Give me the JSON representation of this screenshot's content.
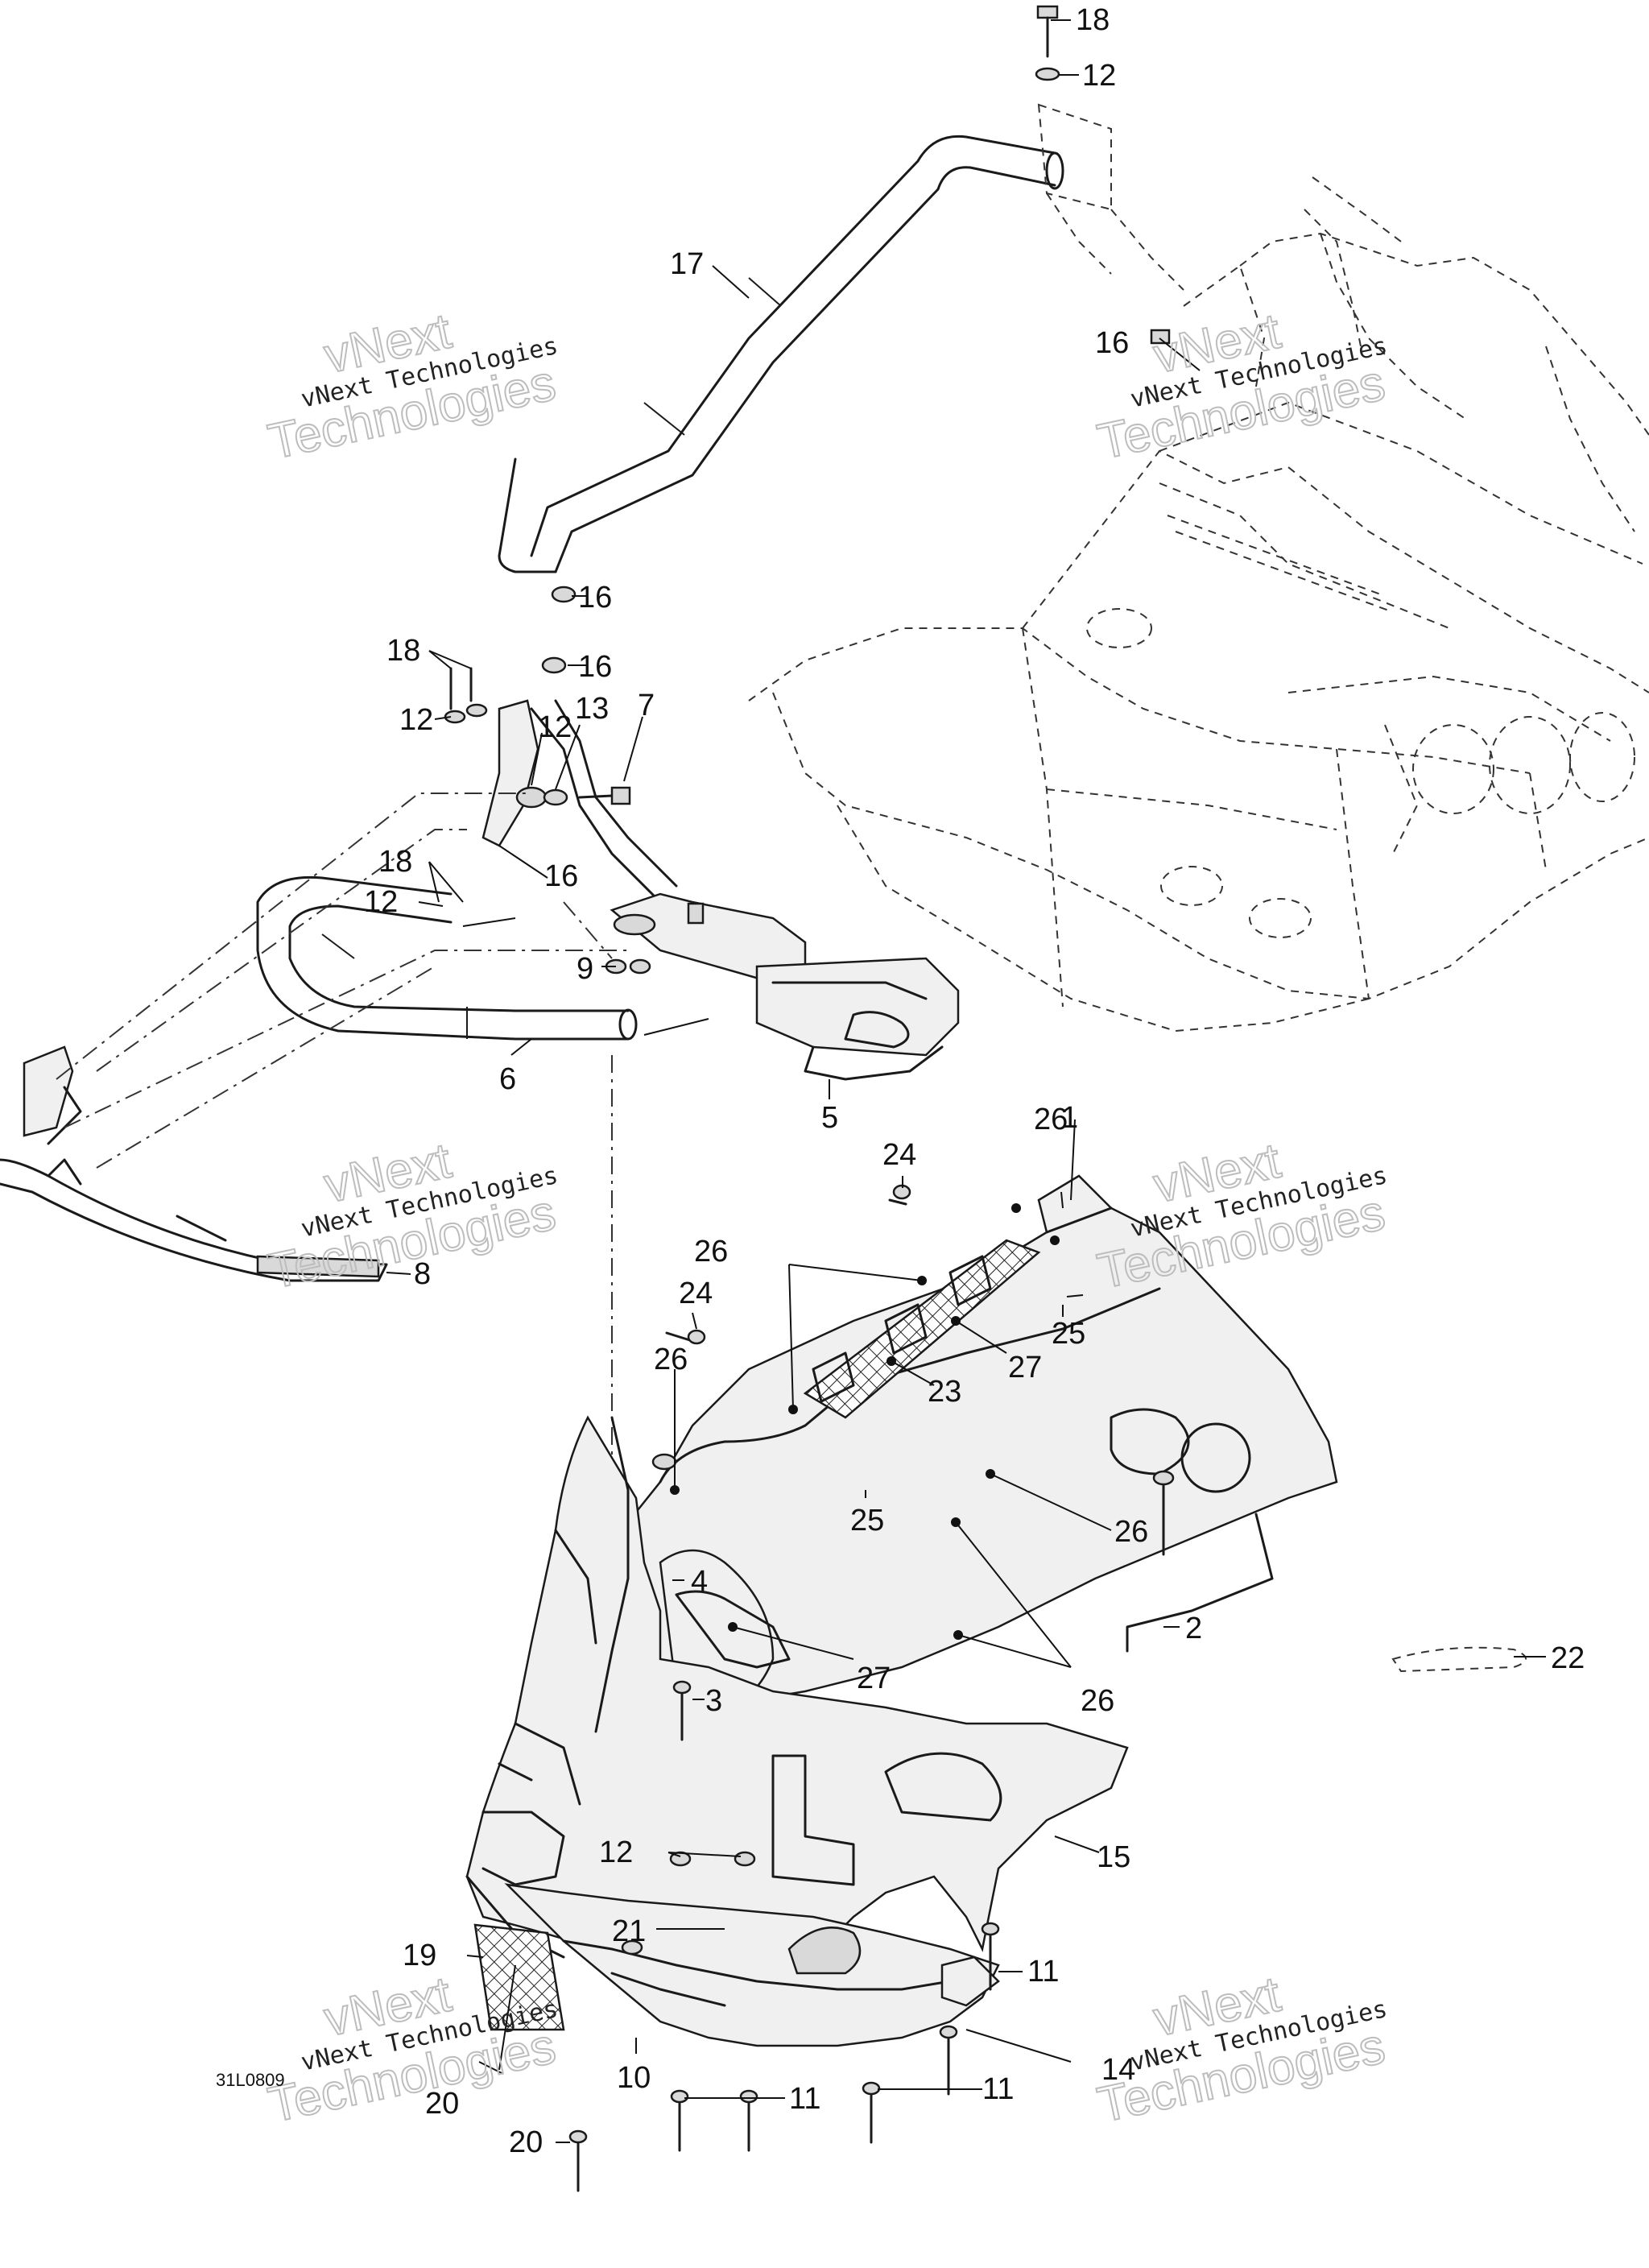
{
  "callouts": {
    "c1": "1",
    "c2": "2",
    "c3": "3",
    "c4": "4",
    "c5": "5",
    "c6": "6",
    "c7": "7",
    "c8": "8",
    "c9": "9",
    "c10": "10",
    "c11a": "11",
    "c11b": "11",
    "c11c": "11",
    "c12a": "12",
    "c12b": "12",
    "c12c": "12",
    "c12d": "12",
    "c12e": "12",
    "c13": "13",
    "c14": "14",
    "c15": "15",
    "c16a": "16",
    "c16b": "16",
    "c16c": "16",
    "c16d": "16",
    "c17": "17",
    "c18a": "18",
    "c18b": "18",
    "c18c": "18",
    "c19": "19",
    "c20a": "20",
    "c20b": "20",
    "c21": "21",
    "c22": "22",
    "c23": "23",
    "c24a": "24",
    "c24b": "24",
    "c25a": "25",
    "c25b": "25",
    "c26a": "26",
    "c26b": "26",
    "c26c": "26",
    "c26d": "26",
    "c26e": "26",
    "c27a": "27",
    "c27b": "27"
  },
  "drawing_code": "31L0809",
  "watermark": {
    "line1": "vNext Technologies",
    "line2": "Technologies",
    "overlay": "vNext"
  }
}
